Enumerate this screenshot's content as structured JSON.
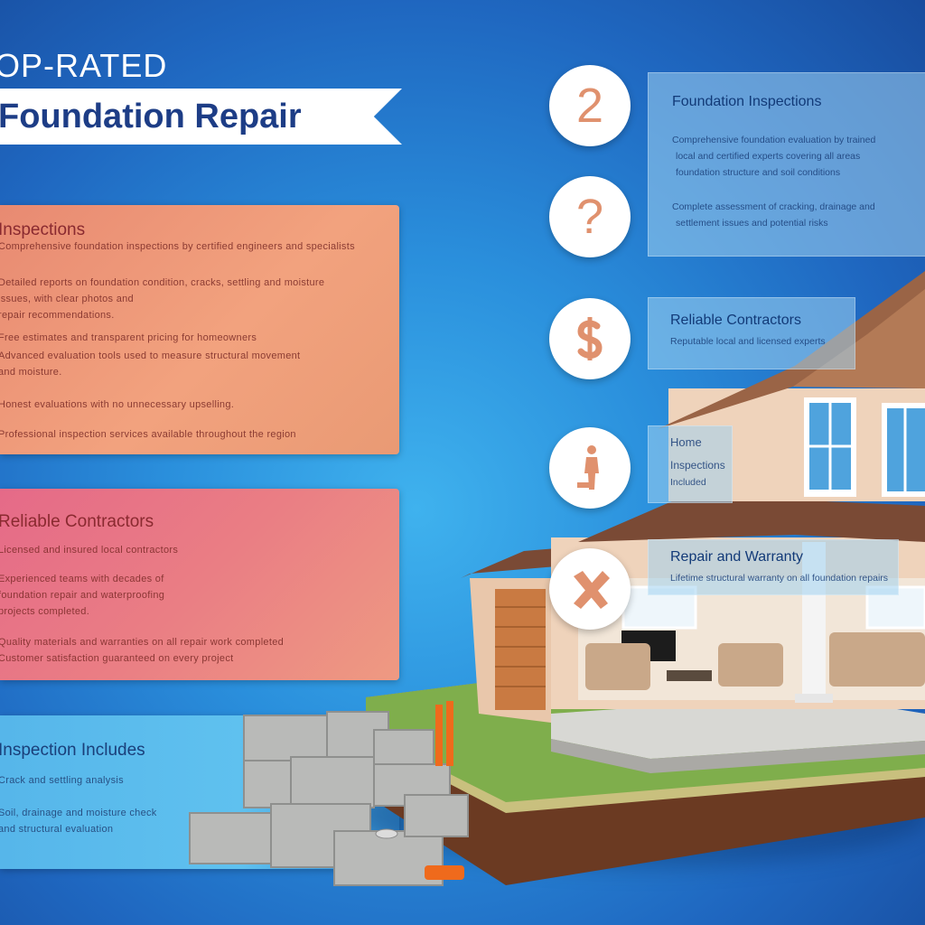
{
  "header": {
    "top_rated": "OP-RATED",
    "ribbon": "Foundation Repair"
  },
  "panels": [
    {
      "title": "Inspections",
      "lines": [
        "Comprehensive foundation inspections by certified engineers and specialists",
        "Detailed reports on foundation condition, cracks, settling and moisture",
        "issues, with clear photos and",
        "repair recommendations.",
        "Free estimates and transparent pricing for homeowners",
        "Advanced evaluation tools used to measure structural movement",
        "and moisture.",
        "Honest evaluations with no unnecessary upselling.",
        "Professional inspection services available throughout the region"
      ]
    },
    {
      "title": "Reliable Contractors",
      "lines": [
        "Licensed and insured local contractors",
        "Experienced teams with decades of",
        "foundation repair and waterproofing",
        "projects completed.",
        "Quality materials and warranties on all repair work completed",
        "Customer satisfaction guaranteed on every project"
      ]
    },
    {
      "title": "Inspection Includes",
      "lines": [
        "Crack and settling analysis",
        "Soil, drainage and moisture check",
        "and structural evaluation"
      ]
    }
  ],
  "circles": [
    {
      "label": "2",
      "icon": "number-two-icon"
    },
    {
      "label": "?",
      "icon": "question-mark-icon"
    },
    {
      "label": "",
      "icon": "dollar-sign-icon"
    },
    {
      "label": "",
      "icon": "worker-icon"
    },
    {
      "label": "",
      "icon": "tools-icon"
    }
  ],
  "info_boxes": [
    {
      "title": "Foundation Inspections",
      "lines": [
        "Comprehensive foundation evaluation by trained",
        "local and certified experts covering all areas",
        "foundation structure and soil conditions"
      ],
      "lines2": [
        "Complete assessment of cracking, drainage and",
        "settlement issues and potential risks"
      ]
    },
    {
      "title": "Reliable Contractors",
      "lines": [
        "Reputable local and licensed experts"
      ]
    },
    {
      "title": "Home",
      "lines": [
        "Inspections",
        "Included"
      ]
    },
    {
      "title": "Repair and Warranty",
      "lines": [
        "Lifetime structural warranty on all foundation repairs"
      ]
    }
  ],
  "colors": {
    "background": "#2a8fdc",
    "ribbon_text": "#1d3d86",
    "panel_orange": "#f2a27e",
    "panel_pink": "#ea7e84",
    "panel_blue": "#5fc1ef",
    "icon_accent": "#e0916e"
  }
}
